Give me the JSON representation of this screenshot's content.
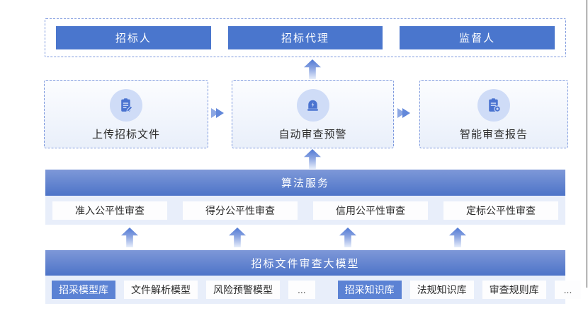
{
  "palette": {
    "primary_blue": "#4a76cd",
    "header_gradient_top": "#7e98d8",
    "header_gradient_bottom": "#4d74c8",
    "section_body_bg": "#e8eefa",
    "dashed_border": "#7b97dd",
    "icon_circle_bg": "#cfdcf7",
    "icon_glyph_blue": "#4a73d0",
    "highlight_item_bg": "#5b82d4",
    "text_dark": "#2b2b2b"
  },
  "top_row": {
    "items": [
      {
        "label": "招标人"
      },
      {
        "label": "招标代理"
      },
      {
        "label": "监督人"
      }
    ]
  },
  "process_row": {
    "cards": [
      {
        "label": "上传招标文件",
        "icon": "clipboard-edit-icon"
      },
      {
        "label": "自动审查预警",
        "icon": "alarm-icon"
      },
      {
        "label": "智能审查报告",
        "icon": "report-badge-icon"
      }
    ]
  },
  "algorithm_section": {
    "title": "算法服务",
    "items": [
      {
        "label": "准入公平性审查"
      },
      {
        "label": "得分公平性审查"
      },
      {
        "label": "信用公平性审查"
      },
      {
        "label": "定标公平性审查"
      }
    ]
  },
  "model_section": {
    "title": "招标文件审查大模型",
    "items": [
      {
        "label": "招采模型库",
        "highlight": true
      },
      {
        "label": "文件解析模型",
        "highlight": false
      },
      {
        "label": "风险预警模型",
        "highlight": false
      },
      {
        "label": "...",
        "highlight": false
      },
      {
        "label": "招采知识库",
        "highlight": true
      },
      {
        "label": "法规知识库",
        "highlight": false
      },
      {
        "label": "审查规则库",
        "highlight": false
      },
      {
        "label": "...",
        "highlight": false
      }
    ]
  }
}
